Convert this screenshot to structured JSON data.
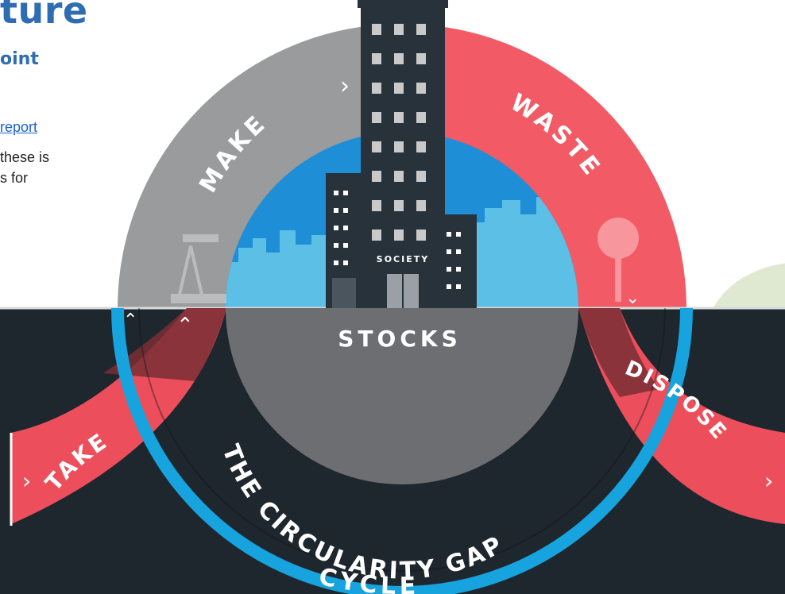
{
  "page": {
    "title_fragment": "ture",
    "subtitle_fragment": "oint",
    "link_text": "report",
    "body_line_1": "these is",
    "body_line_2": "s for"
  },
  "diagram": {
    "make": "MAKE",
    "waste": "WASTE",
    "society": "SOCIETY",
    "stocks": "STOCKS",
    "take": "TAKE",
    "dispose": "DISPOSE",
    "circularity_gap": "THE CIRCULARITY GAP",
    "cycle": "CYCLE"
  },
  "colors": {
    "title_blue": "#2f6db3",
    "make_gray": "#9a9b9d",
    "waste_red": "#f25a66",
    "sky_blue": "#1e8fd6",
    "cycle_blue": "#16a3de",
    "dark_ground": "#1f272e"
  },
  "icons": {
    "chevron": "chevron-right-icon",
    "up": "chevron-up-icon",
    "down": "chevron-down-icon"
  }
}
